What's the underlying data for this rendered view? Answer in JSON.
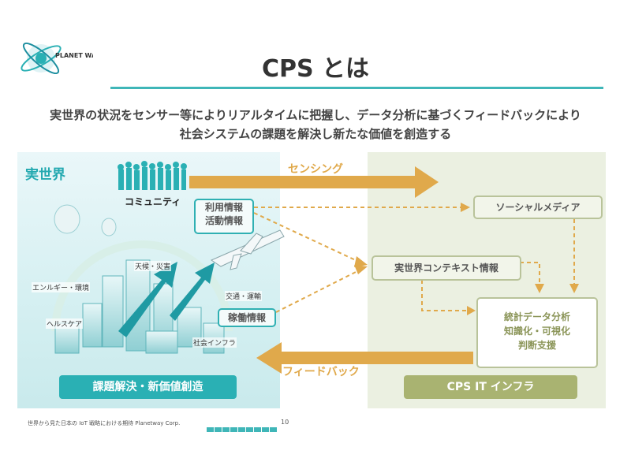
{
  "header": {
    "logo_text": "PLANET WAY",
    "title": "CPS とは",
    "subtitle_line1": "実世界の状況をセンサー等によりリアルタイムに把握し、データ分析に基づくフィードバックにより",
    "subtitle_line2": "社会システムの課題を解決し新たな価値を創造する"
  },
  "left_panel": {
    "heading": "実世界",
    "community": "コミュニティ",
    "usage_info": [
      "利用情報",
      "活動情報"
    ],
    "operation_info": "稼働情報",
    "city_labels": {
      "weather": "天候・災害",
      "energy": "エンルギー・環境",
      "traffic": "交通・運輸",
      "health": "ヘルスケア",
      "infra": "社会インフラ"
    },
    "bottom": "課題解決・新価値創造"
  },
  "right_panel": {
    "social_media": "ソーシャルメディア",
    "context_info": "実世界コンテキスト情報",
    "analysis": [
      "統計データ分析",
      "知識化・可視化",
      "判断支援"
    ],
    "bottom": "CPS IT インフラ"
  },
  "arrows": {
    "sensing": "センシング",
    "feedback": "フィードバック"
  },
  "footer": {
    "text": "世界から見た日本の IoT 戦略における期待 Planetway Corp.",
    "page": "10"
  },
  "colors": {
    "teal": "#2ab0b4",
    "olive": "#a9b371",
    "orange": "#e0a94b"
  }
}
